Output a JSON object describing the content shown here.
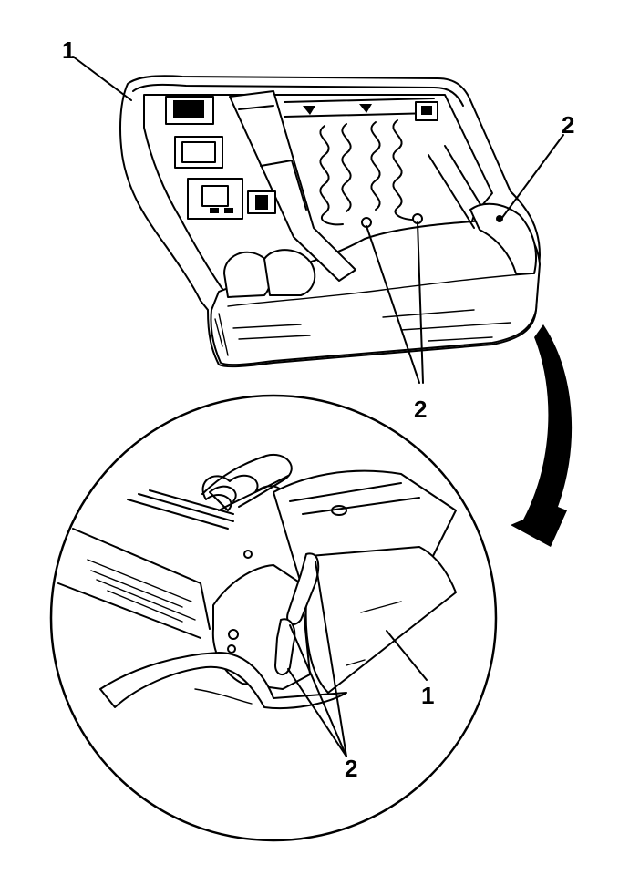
{
  "callouts": {
    "top_frame": "1",
    "top_right_clip": "2",
    "top_center_clips": "2",
    "detail_frame": "1",
    "detail_clips": "2"
  }
}
